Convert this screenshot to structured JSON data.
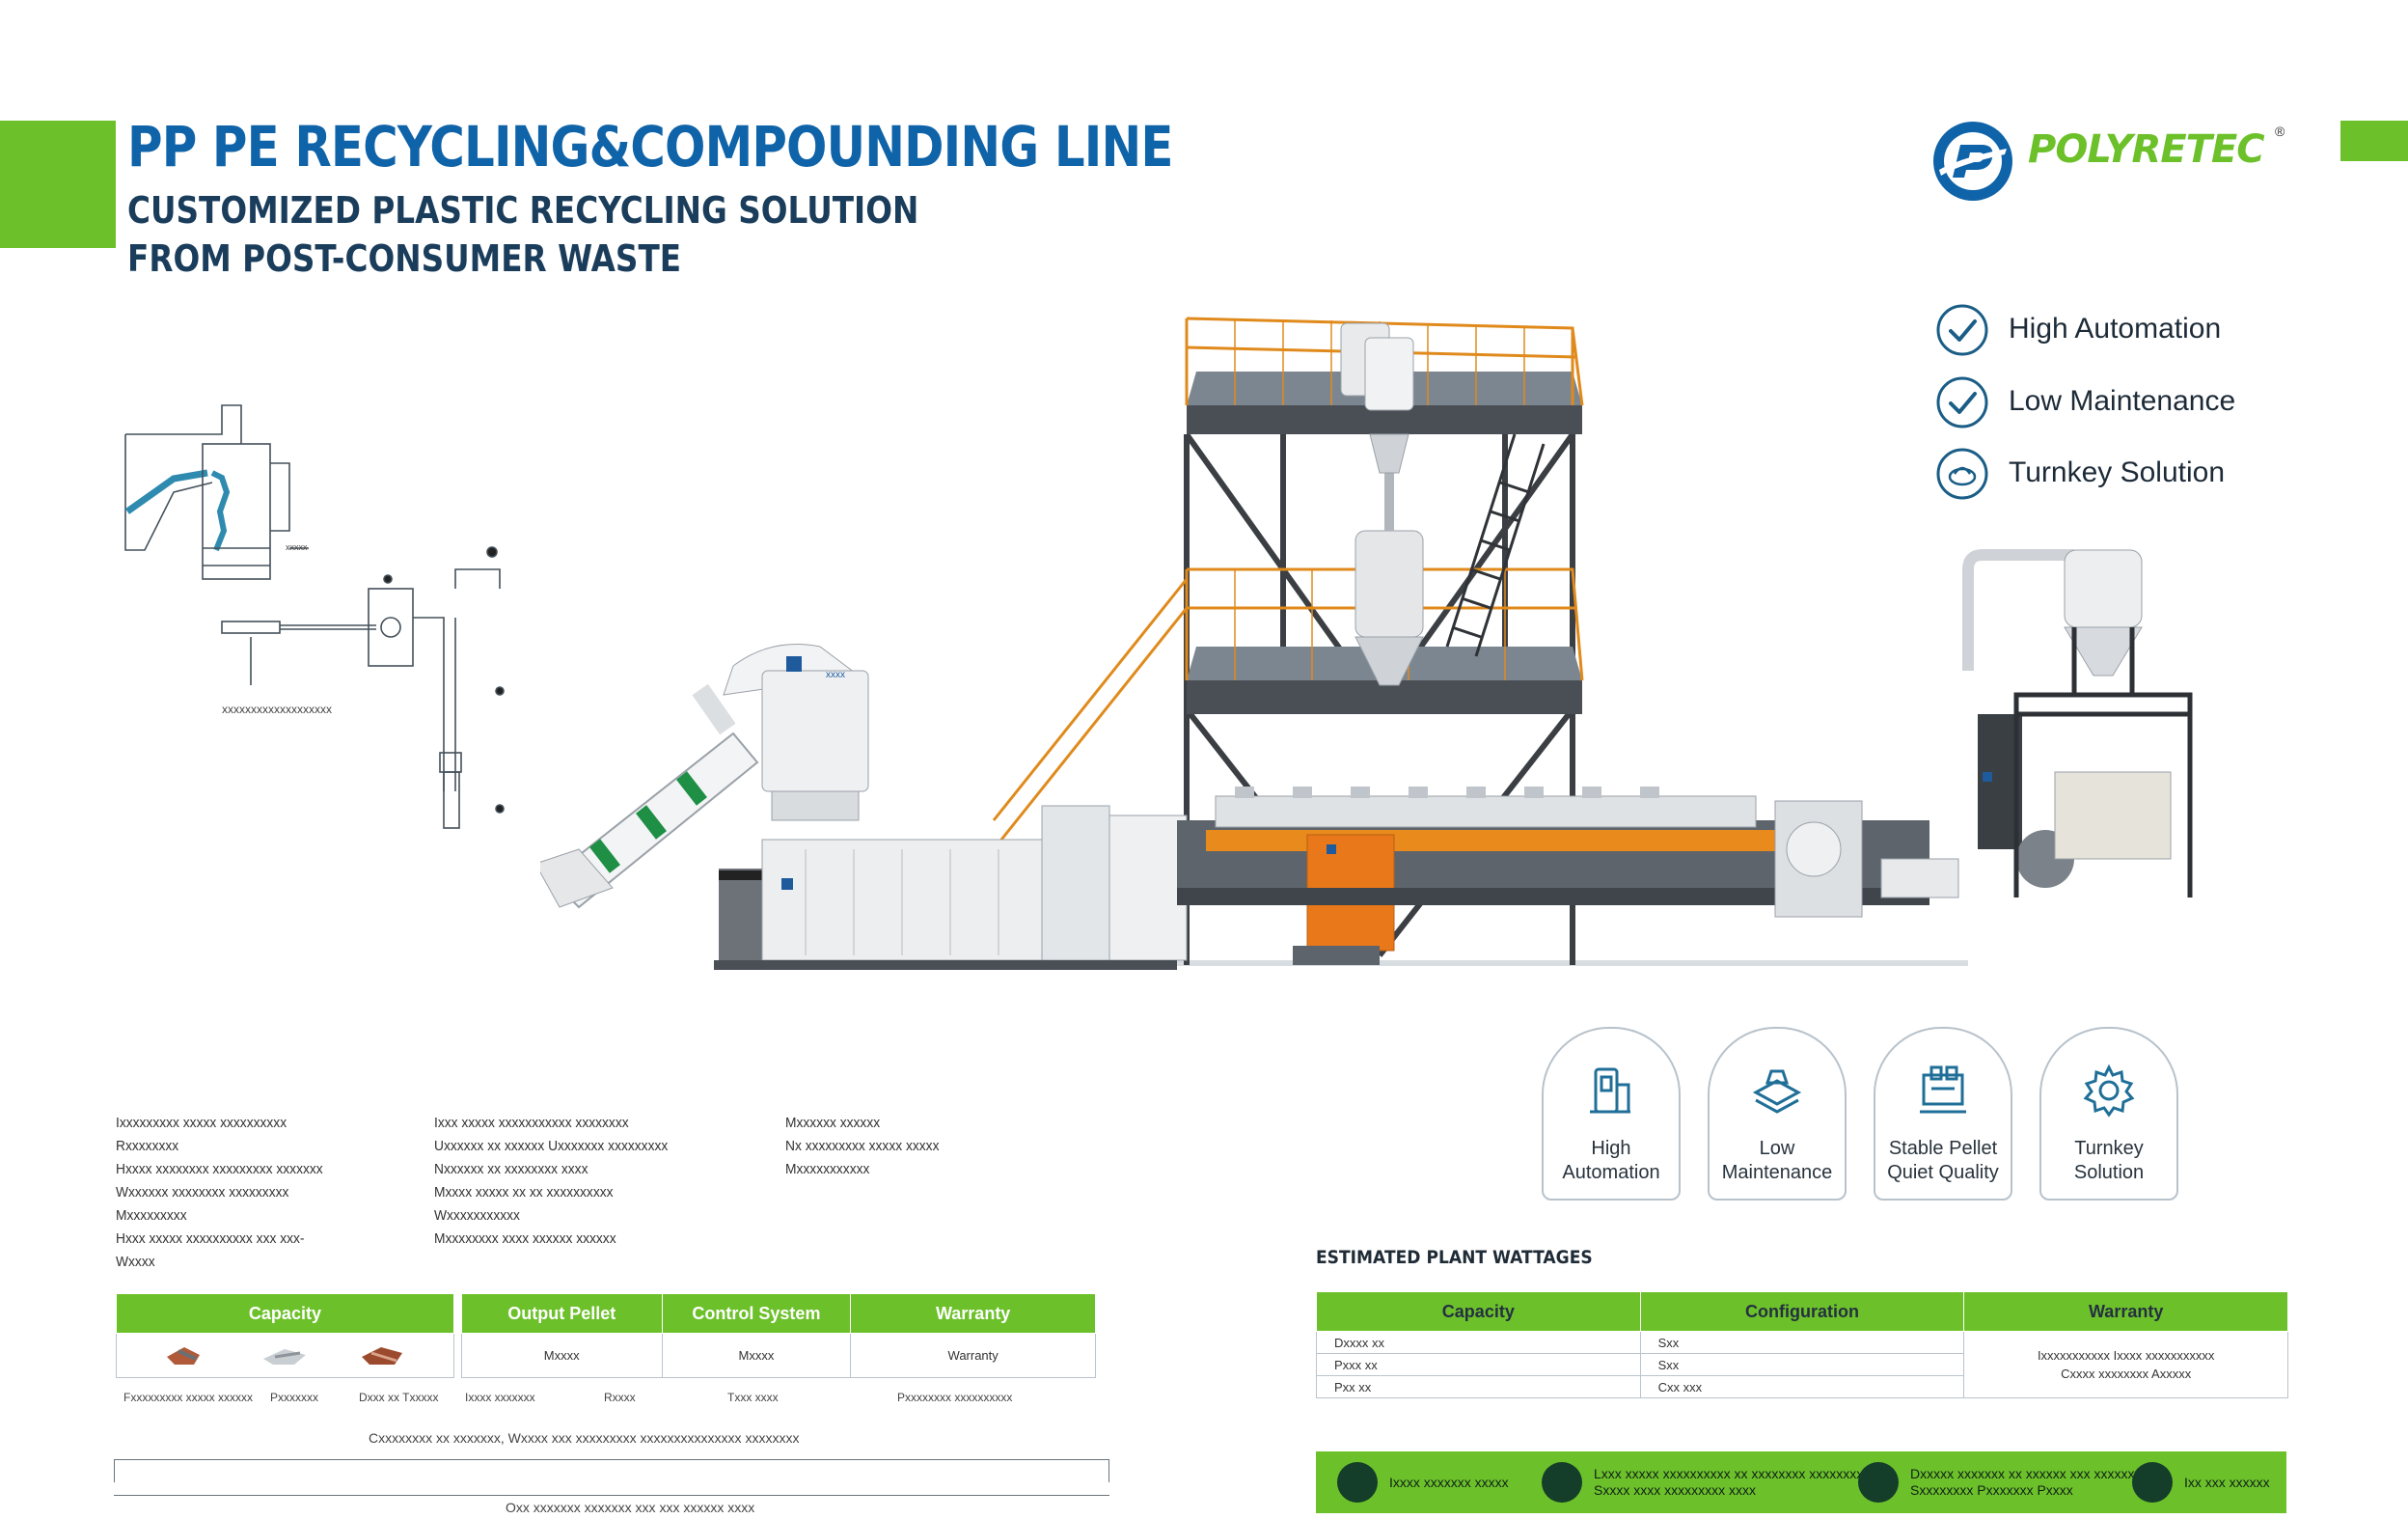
{
  "header": {
    "title": "PP PE RECYCLING&COMPOUNDING LINE",
    "subtitle_line1": "CUSTOMIZED PLASTIC RECYCLING SOLUTION",
    "subtitle_line2": "FROM POST-CONSUMER WASTE"
  },
  "brand": {
    "name": "POLYRETEC",
    "registered": "®",
    "accent": "#6cc12a",
    "primary": "#0f63a8"
  },
  "features": [
    {
      "label": "High Automation",
      "icon": "check-circle-icon"
    },
    {
      "label": "Low Maintenance",
      "icon": "check-circle-icon"
    },
    {
      "label": "Turnkey Solution",
      "icon": "pellet-circle-icon"
    }
  ],
  "badges": [
    {
      "line1": "High",
      "line2": "Automation",
      "icon": "automation-icon"
    },
    {
      "line1": "Low",
      "line2": "Maintenance",
      "icon": "maintenance-icon"
    },
    {
      "line1": "Stable Pellet",
      "line2": "Quiet Quality",
      "icon": "pellet-icon"
    },
    {
      "line1": "Turnkey",
      "line2": "Solution",
      "icon": "gear-icon"
    }
  ],
  "left_text": {
    "col1": [
      "Ixxxxxxxxx xxxxx xxxxxxxxxx",
      "Rxxxxxxxx",
      "Hxxxx xxxxxxxx xxxxxxxxx xxxxxxx",
      "Wxxxxxx xxxxxxxx xxxxxxxxx",
      "Mxxxxxxxxx",
      "Hxxx xxxxx xxxxxxxxxx xxx xxx-",
      "Wxxxx"
    ],
    "col2": [
      "Ixxx xxxxx xxxxxxxxxxx xxxxxxxx",
      "Uxxxxxx xx xxxxxx Uxxxxxxx xxxxxxxxx",
      "Nxxxxxx xx xxxxxxxx xxxx",
      "Mxxxx xxxxx xx xx xxxxxxxxxx",
      "Wxxxxxxxxxxx",
      "Mxxxxxxxx xxxx xxxxxx xxxxxx"
    ],
    "col3": [
      "Mxxxxxx xxxxxx",
      "Nx xxxxxxxxx xxxxx xxxxx",
      "Mxxxxxxxxxxx"
    ]
  },
  "table_left": {
    "headers": [
      "Capacity",
      "Output Pellet",
      "Control System",
      "Warranty"
    ],
    "row": [
      "",
      "Mxxxx",
      "Mxxxx",
      "Warranty"
    ],
    "captions": [
      "Fxxxxxxxxx xxxxx xxxxxx",
      "Pxxxxxxx",
      "Dxxx xx Txxxxx",
      "Ixxxx xxxxxxx",
      "Rxxxx",
      "Txxx xxxx",
      "Pxxxxxxxx xxxxxxxxxx"
    ],
    "note": "Cxxxxxxxx xx xxxxxxx, Wxxxx xxx xxxxxxxxx xxxxxxxxxxxxxxx xxxxxxxx",
    "footer": "Oxx xxxxxxx xxxxxxx xxx xxx xxxxxx xxxx"
  },
  "table_right": {
    "title": "ESTIMATED PLANT WATTAGES",
    "headers": [
      "Capacity",
      "Configuration",
      "Warranty"
    ],
    "rows": [
      [
        "Dxxxx xx",
        "Sxx"
      ],
      [
        "Pxxx xx",
        "Sxx"
      ],
      [
        "Pxx xx",
        "Cxx xxx"
      ]
    ],
    "warranty_line1": "Ixxxxxxxxxxx Ixxxx xxxxxxxxxxx",
    "warranty_line2": "Cxxxx xxxxxxxx Axxxxx"
  },
  "banner": [
    {
      "text1": "Ixxxx xxxxxxx xxxxx",
      "text2": "",
      "icon": "plant-icon"
    },
    {
      "text1": "Lxxx xxxxx xxxxxxxxxx xx xxxxxxxx xxxxxxxxx",
      "text2": "Sxxxx xxxx xxxxxxxxx xxxx",
      "icon": "compass-icon"
    },
    {
      "text1": "Dxxxxx xxxxxxx xx xxxxxx xxx xxxxxxx",
      "text2": "Sxxxxxxxx Pxxxxxxx Pxxxx",
      "icon": "bulb-icon"
    },
    {
      "text1": "Ixx xxx xxxxxx",
      "text2": "",
      "icon": "recycle-icon"
    }
  ],
  "schematic": {
    "caption": "xxxxxxxxxxxxxxxxxxx",
    "label": "xxxxx"
  },
  "machine": {
    "plate_label": "xxxx"
  }
}
